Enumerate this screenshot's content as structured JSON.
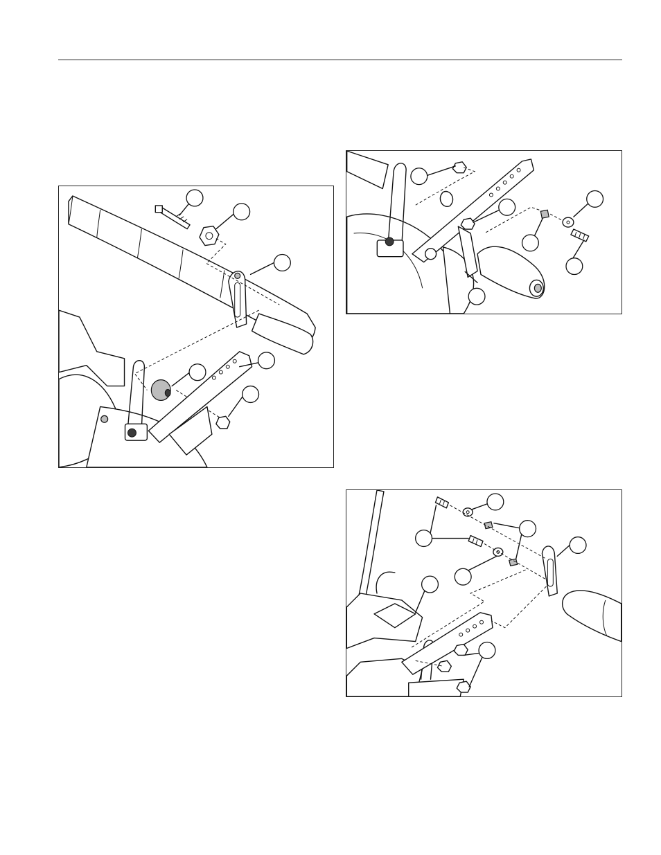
{
  "figures": [
    {
      "id": "fig-1",
      "callouts": [
        "",
        "",
        "",
        "",
        "",
        ""
      ]
    },
    {
      "id": "fig-2",
      "callouts": [
        "",
        "",
        "",
        "",
        "",
        ""
      ]
    },
    {
      "id": "fig-3",
      "callouts": [
        "",
        "",
        "",
        "",
        "",
        ""
      ]
    }
  ]
}
